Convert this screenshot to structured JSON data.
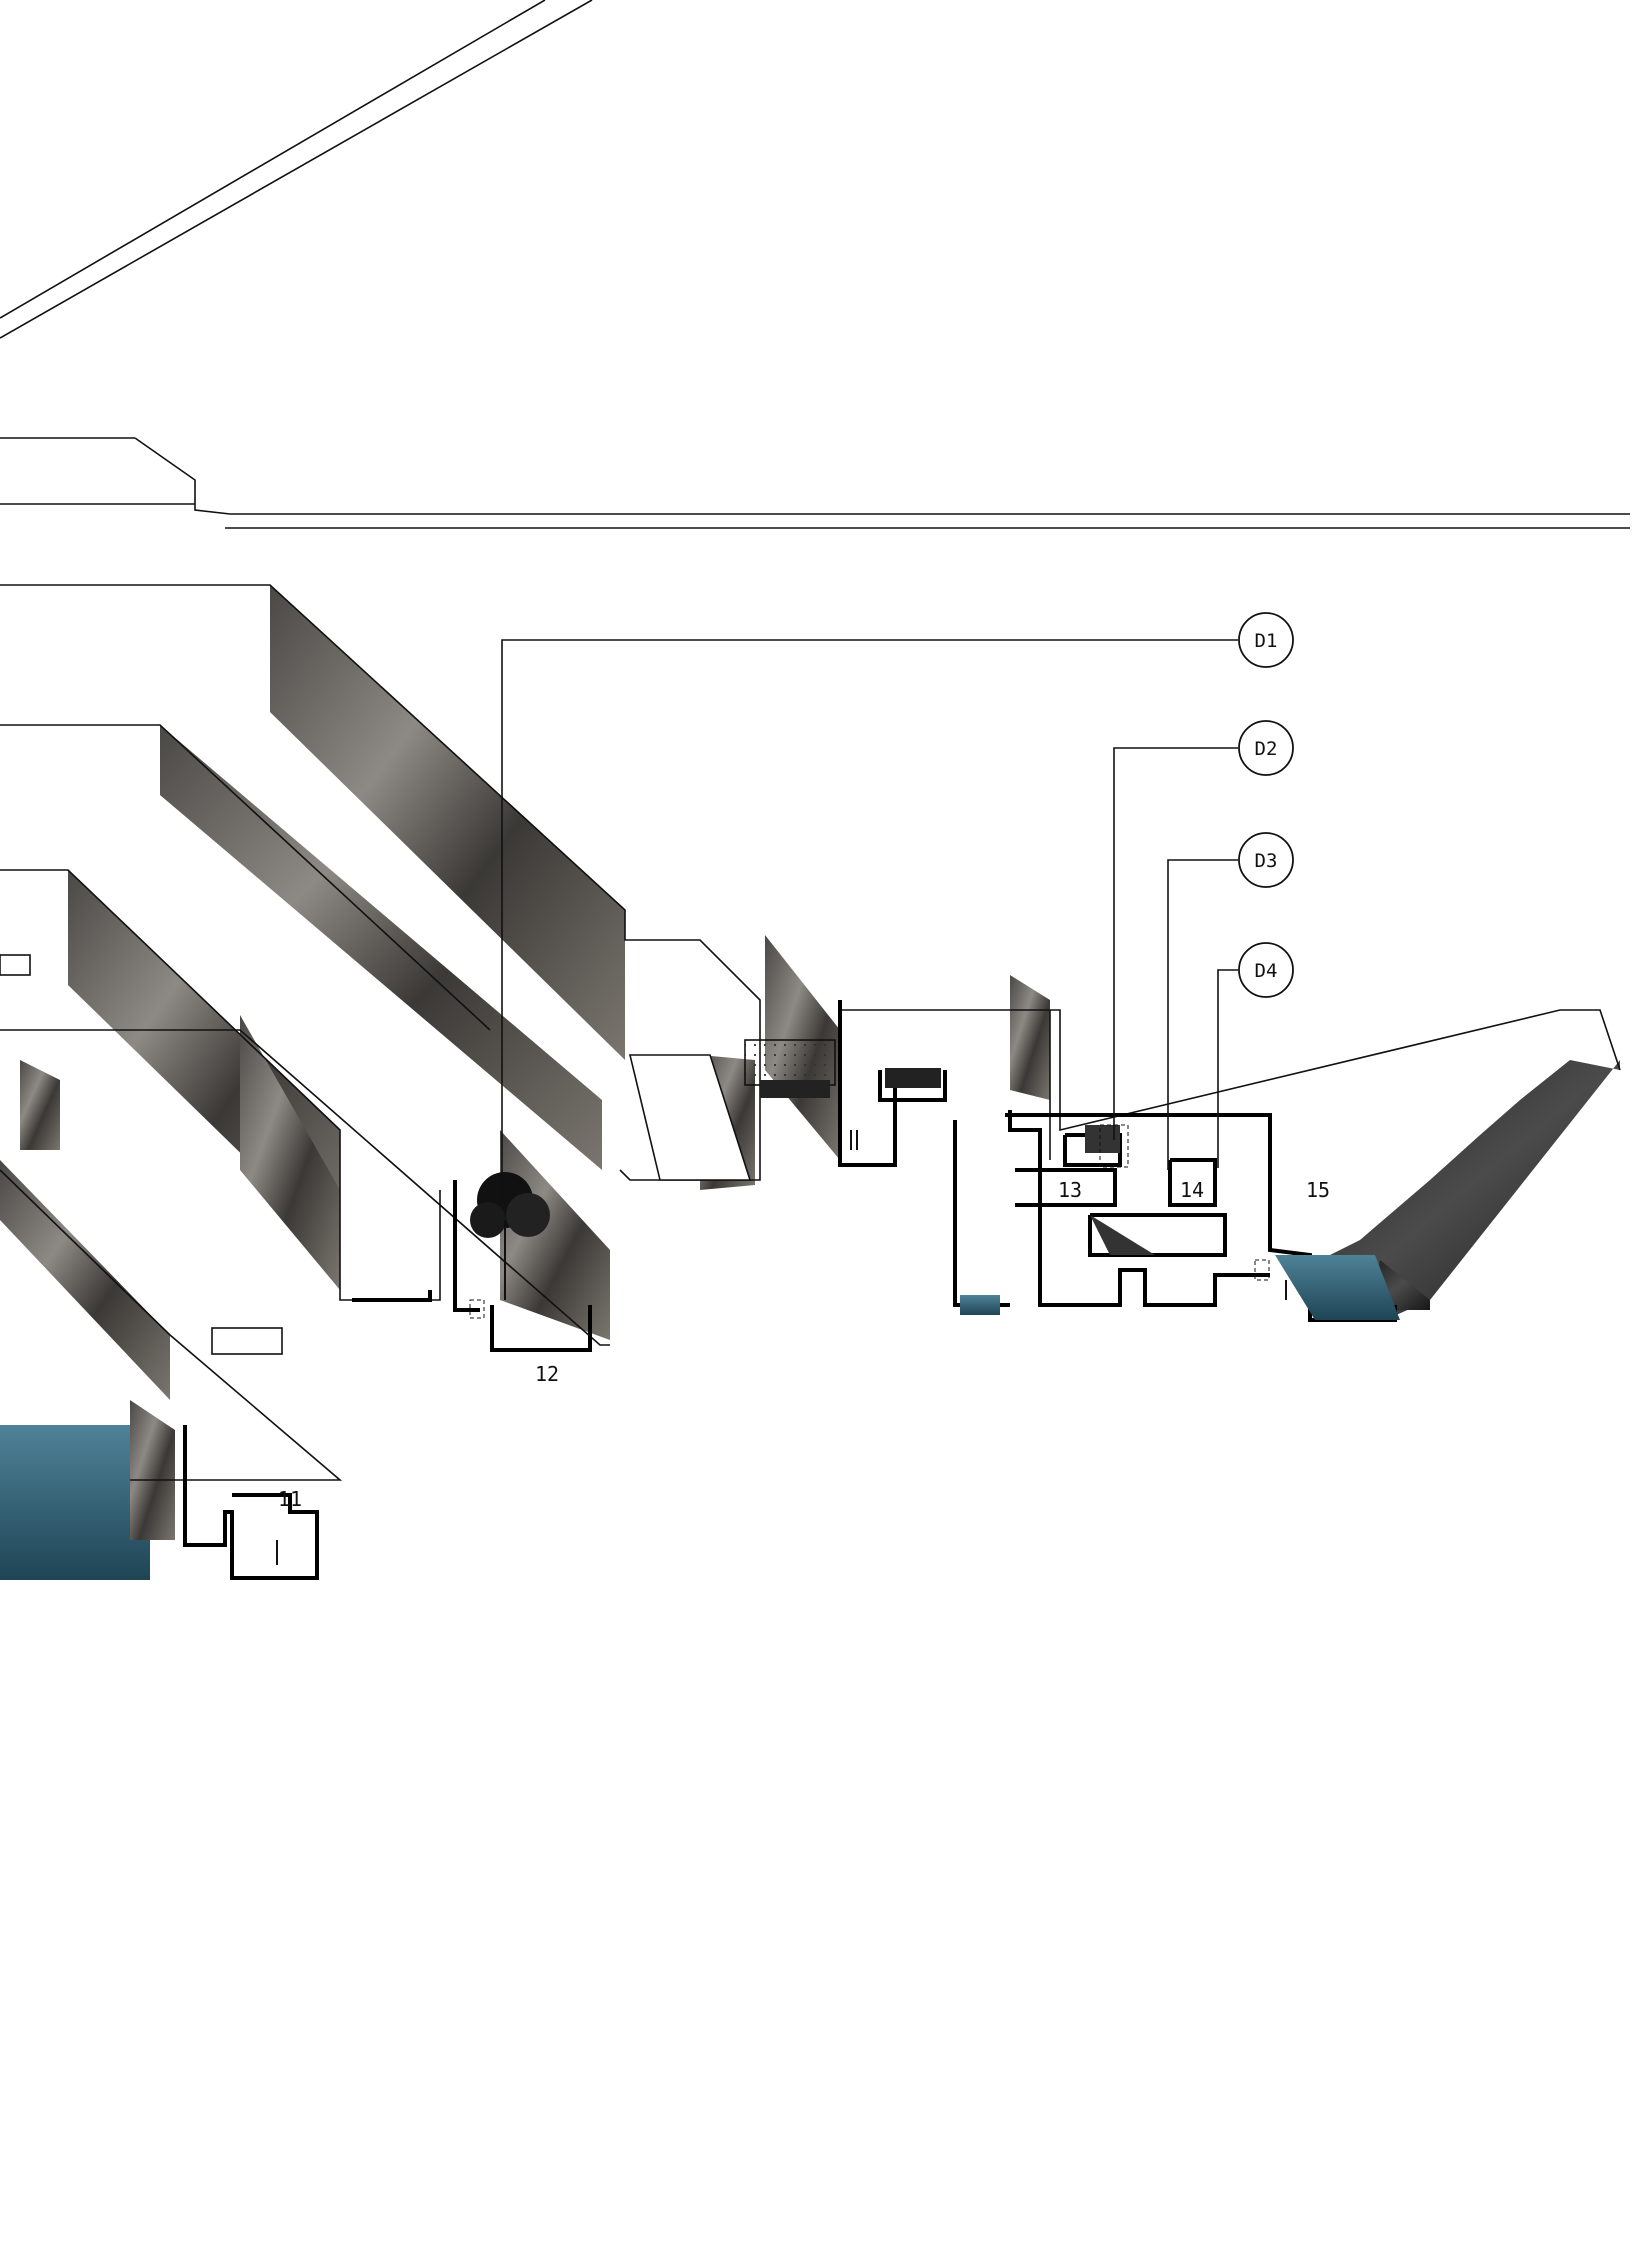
{
  "detail_callouts": [
    {
      "id": "D1",
      "label": "D1"
    },
    {
      "id": "D2",
      "label": "D2"
    },
    {
      "id": "D3",
      "label": "D3"
    },
    {
      "id": "D4",
      "label": "D4"
    }
  ],
  "room_labels": [
    {
      "id": "11",
      "label": "11"
    },
    {
      "id": "12",
      "label": "12"
    },
    {
      "id": "13",
      "label": "13"
    },
    {
      "id": "14",
      "label": "14"
    },
    {
      "id": "15",
      "label": "15"
    }
  ],
  "colors": {
    "line": "#111111",
    "water": "#2f5f72",
    "rock": "#6d6a64",
    "background": "#ffffff"
  }
}
